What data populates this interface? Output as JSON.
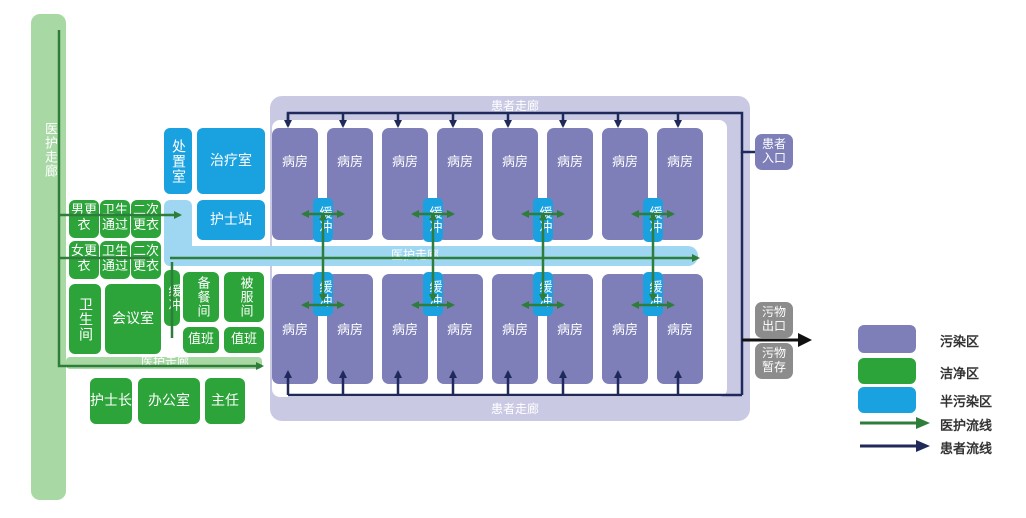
{
  "corridors": {
    "medical_left": "医护走廊",
    "medical_center": "医护走廊",
    "medical_bottom": "医护走廊",
    "patient_top": "患者走廊",
    "patient_bottom": "患者走廊"
  },
  "rooms": {
    "ward": "病房",
    "buffer": "缓冲",
    "disposal": "处置室",
    "treatment": "治疗室",
    "nurse_station": "护士站",
    "male_changing": "男更衣",
    "female_changing": "女更衣",
    "sanitary_passage": "卫生通过",
    "second_changing": "二次更衣",
    "bathroom": "卫生间",
    "meeting": "会议室",
    "buffer_left": "缓冲",
    "meal_prep": "备餐间",
    "bedding": "被服间",
    "duty": "值班",
    "head_nurse": "护士长",
    "office": "办公室",
    "director": "主任"
  },
  "exits": {
    "patient_entrance": "患者入口",
    "waste_exit": "污物出口",
    "waste_storage": "污物暂存"
  },
  "legend": {
    "contaminated": "污染区",
    "clean": "洁净区",
    "semi": "半污染区",
    "medical_flow": "医护流线",
    "patient_flow": "患者流线"
  },
  "colors": {
    "contaminated": "#7e7fb9",
    "corridor_light": "#c9c9e4",
    "clean": "#2ca43a",
    "clean_light": "#a8d9a5",
    "semi": "#1aa1e0",
    "semi_light": "#9fd7f2",
    "medical_arrow": "#2e7d3a",
    "patient_arrow": "#1f2a5a",
    "waste": "#8c8c8c"
  }
}
